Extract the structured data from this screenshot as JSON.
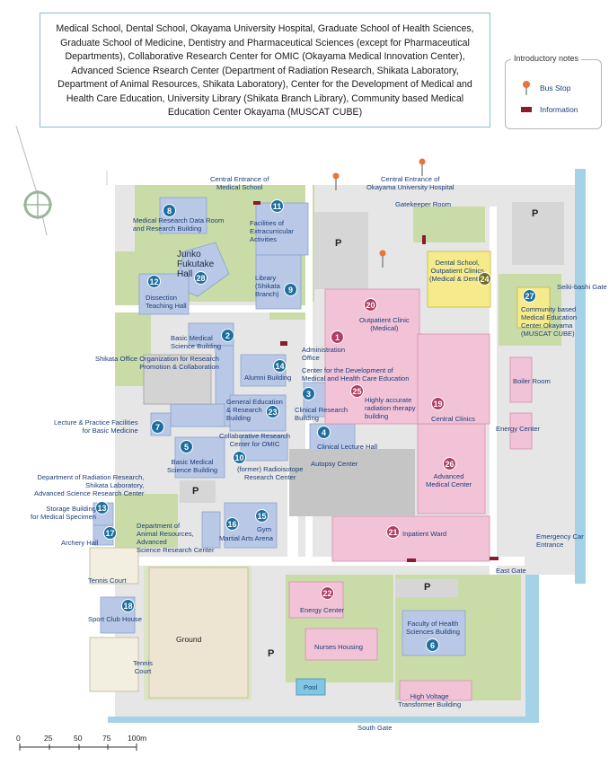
{
  "header": {
    "text": "Medical School, Dental School, Okayama University Hospital, Graduate School of Health Sciences, Graduate School of Medicine, Dentistry and Pharmaceutical Sciences (except for Pharmaceutical Departments), Collaborative Research Center for OMIC (Okayama Medical Innovation Center), Advanced Science Rsearch Center (Department of Radiation Research, Shikata Laboratory, Department of Animal Resources, Shikata Laboratory), Center for the Development of Medical and Health Care Education, University Library (Shikata Branch Library), Community based Medical Education Center Okayama (MUSCAT CUBE)"
  },
  "legend": {
    "title": "Introductory notes",
    "bus_stop": "Bus Stop",
    "information": "Information"
  },
  "colors": {
    "building_blue": "#b8c8e6",
    "building_pink": "#f2c2d7",
    "building_yellow": "#f6eb8a",
    "building_gray": "#d6d6d6",
    "green": "#c9dca8",
    "road": "#ffffff",
    "water": "#a4d2e6",
    "label": "#1e3e78"
  },
  "numbers": {
    "n1": "1",
    "n2": "2",
    "n3": "3",
    "n4": "4",
    "n5": "5",
    "n6": "6",
    "n7": "7",
    "n8": "8",
    "n9": "9",
    "n10": "10",
    "n11": "11",
    "n12": "12",
    "n13": "13",
    "n14": "14",
    "n15": "15",
    "n16": "16",
    "n17": "17",
    "n18": "18",
    "n19": "19",
    "n20": "20",
    "n21": "21",
    "n22": "22",
    "n23": "23",
    "n24": "24",
    "n25": "25",
    "n26": "26",
    "n27": "27",
    "n28": "28"
  },
  "labels": {
    "central_medical": "Central Entrance of\nMedical School",
    "central_hospital": "Central Entrance of\nOkayama University Hospital",
    "gatekeeper": "Gatekeeper Room",
    "med_research_data": "Medical Research Data Room\nand Research Building",
    "extracurricular": "Facilities of\nExtracurricular\nActivities",
    "junko": "Junko\nFukutake\nHall",
    "library": "Library\n(Shikata\nBranch)",
    "dissection": "Dissection\nTeaching Hall",
    "dental_school": "Dental School,\nOutpatient Clinics\n(Medical & Dental)",
    "seiki_gate": "Seiki-bashi Gate",
    "muscat": "Community based\nMedical Education\nCenter Okayama\n(MUSCAT CUBE)",
    "outpatient": "Outpatient Clinic\n(Medical)",
    "basic_medical_2": "Basic Medical\nScience Building",
    "admin_office": "Administration\nOffice",
    "shikata_office": "Shikata Office Organization for Research\nPromotion & Collaboration",
    "alumni": "Alumni Building",
    "center_dev": "Center for the Development of\nMedical and Health Care Education",
    "highly_accurate": "Highly accurate\nradiation therapy\nbuilding",
    "boiler": "Boiler Room",
    "general_edu": "General Education\n& Research\nBuilding",
    "clinical_research": "Clinical Research\nBuilding",
    "central_clinics": "Central Clinics",
    "lecture_practice": "Lecture & Practice Facilities\nfor Basic Medicine",
    "energy_center_r": "Energy Center",
    "collab_omic": "Collaborative Research\nCenter for OMIC",
    "clinical_lecture": "Clinical Lecture Hall",
    "basic_medical_5": "Basic Medical\nScience Building",
    "radioisotope": "(former) Radioisotope\nResearch Center",
    "autopsy": "Autopsy Center",
    "advanced_medical": "Advanced\nMedical Center",
    "dept_radiation": "Department of Radiation Research,\nShikata Laboratory,\nAdvanced Science Research Center",
    "storage": "Storage Building\nfor Medical Specimen",
    "animal": "Department of\nAnimal Resources,\nAdvanced\nScience Research Center",
    "gym": "Gym",
    "martial": "Martial Arts Arena",
    "archery": "Archery Hall",
    "inpatient": "Inpatient Ward",
    "emergency": "Emergency Car\nEntrance",
    "east_gate": "East Gate",
    "tennis1": "Tennis Court",
    "energy_center_s": "Energy Center",
    "sport_club": "Sport Club House",
    "ground": "Ground",
    "health_sciences": "Faculty of Health\nSciences Building",
    "nurses": "Nurses Housing",
    "tennis2": "Tennis\nCourt",
    "pool": "Pool",
    "high_voltage": "High Voltage\nTransformer Building",
    "south_gate": "South Gate",
    "p": "P"
  },
  "scale": {
    "ticks": [
      "0",
      "25",
      "50",
      "75",
      "100m"
    ]
  }
}
